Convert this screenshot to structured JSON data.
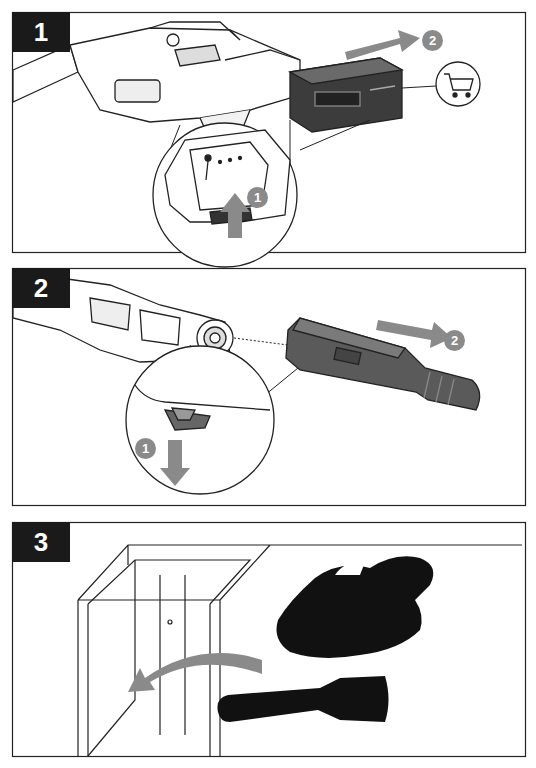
{
  "diagram": {
    "nodes": [
      {
        "text": [
          "1"
        ]
      },
      {
        "text": [
          "2"
        ]
      },
      {
        "text": [
          "1"
        ]
      },
      {
        "text": [
          "2"
        ]
      },
      {
        "text": [
          "2"
        ]
      },
      {
        "text": [
          "1"
        ]
      },
      {
        "text": [
          "3"
        ]
      }
    ]
  }
}
